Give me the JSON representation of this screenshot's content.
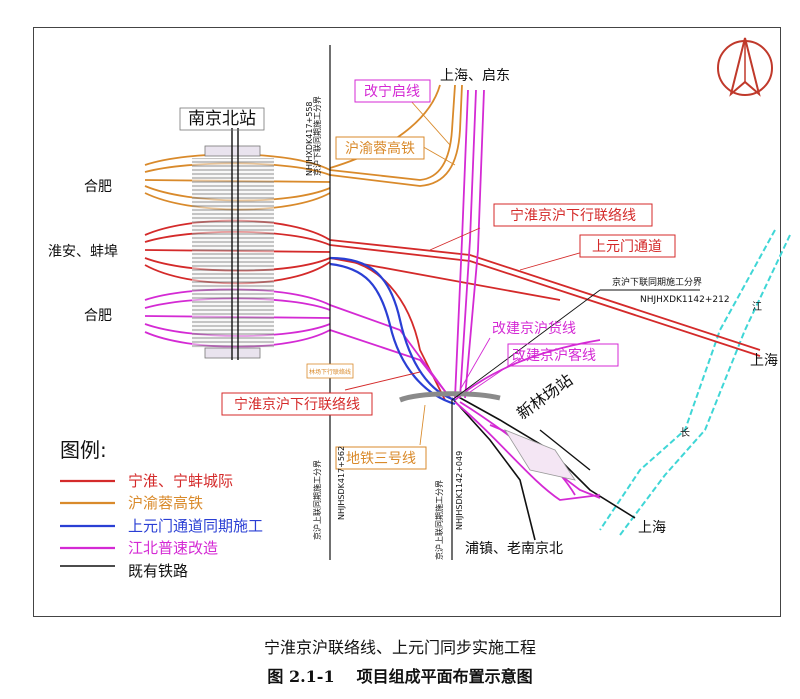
{
  "diagram": {
    "station_main": "南京北站",
    "station_xinlin": "新林场站",
    "left_labels": {
      "hefei_top": "合肥",
      "huaian": "淮安、蚌埠",
      "hefei_bottom": "合肥"
    },
    "destinations": {
      "shanghai_qidong": "上海、启东",
      "shanghai_right": "上海",
      "shanghai_bottom": "上海",
      "pukou": "浦镇、老南京北"
    },
    "line_labels": {
      "gai_ning_qi": "改宁启线",
      "hu_yu_rong": "沪渝蓉高铁",
      "ning_huai_down_top": "宁淮京沪下行联络线",
      "shangyuanmen": "上元门通道",
      "gai_freight": "改建京沪货线",
      "gai_passenger": "改建京沪客线",
      "ning_huai_down_bottom": "宁淮京沪下行联络线",
      "metro3": "地铁三号线"
    },
    "boundaries": {
      "b1_title": "京沪下联同期施工分界",
      "b1_code": "NHJHXDK417+558",
      "b2_title": "京沪下联同期施工分界",
      "b2_code": "NHJHXDK1142+212",
      "b3_title": "京沪上联同期施工分界",
      "b3_code": "NHJHSDK417+562",
      "b4_title": "京沪上联同期施工分界",
      "b4_code": "NHJHSDK1142+049"
    },
    "small_box": "林场下行联络线",
    "river_labels": [
      "江",
      "长"
    ],
    "legend": {
      "title": "图例:",
      "items": [
        {
          "label": "宁淮、宁蚌城际",
          "color": "#d42a2a"
        },
        {
          "label": "沪渝蓉高铁",
          "color": "#d98a2b"
        },
        {
          "label": "上元门通道同期施工",
          "color": "#2a3fd4"
        },
        {
          "label": "江北普速改造",
          "color": "#d42ad4"
        },
        {
          "label": "既有铁路",
          "color": "#111111"
        }
      ]
    }
  },
  "colors": {
    "red": "#d42a2a",
    "orange": "#d98a2b",
    "blue": "#2a3fd4",
    "magenta": "#d42ad4",
    "black": "#111111",
    "river": "#3fd6d6",
    "gray": "#8a8a8a"
  },
  "captions": {
    "line1": "宁淮京沪联络线、上元门同步实施工程",
    "figure_number": "图 2.1-1",
    "figure_title": "项目组成平面布置示意图"
  }
}
